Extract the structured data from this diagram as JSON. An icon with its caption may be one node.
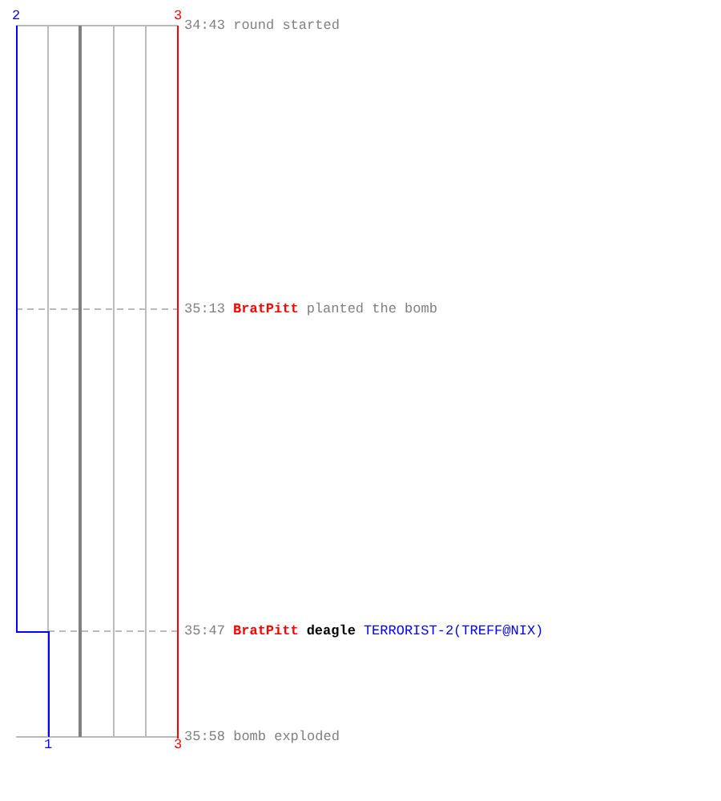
{
  "diagram": {
    "labels": [
      "2",
      "3",
      "34:43 round started",
      "35:13",
      "BratPitt",
      "planted the bomb",
      "35:47",
      "BratPitt",
      "deagle",
      "TERRORIST-2(TREFF@NIX)",
      "1",
      "3",
      "35:58 bomb exploded"
    ]
  }
}
